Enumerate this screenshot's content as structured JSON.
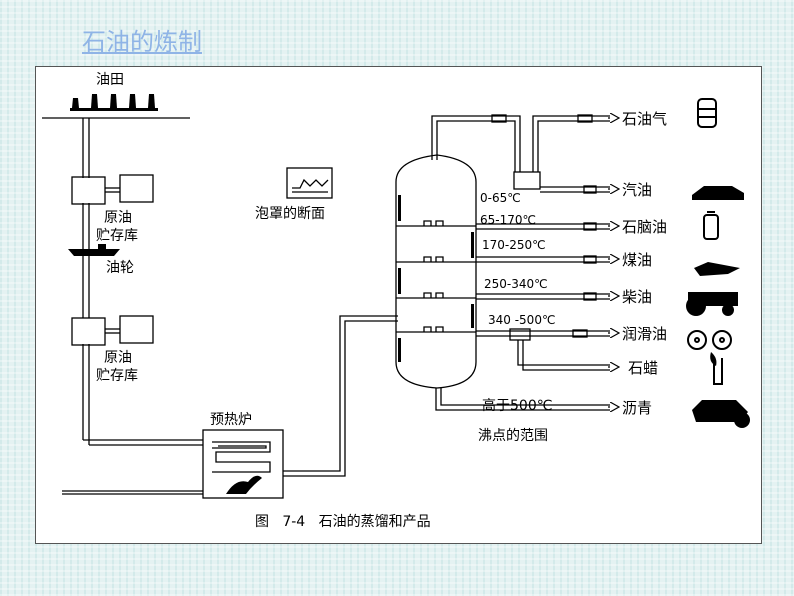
{
  "slide": {
    "title": "石油的炼制"
  },
  "diagram": {
    "oilfield": "油田",
    "storage1": [
      "原油",
      "贮存库"
    ],
    "tanker": "油轮",
    "storage2": [
      "原油",
      "贮存库"
    ],
    "furnace": "预热炉",
    "bubble_cap": "泡罩的断面",
    "temperatures": [
      "0-65℃",
      "65-170℃",
      "170-250℃",
      "250-340℃",
      "340 -500℃",
      "高于500℃"
    ],
    "boiling_range": "沸点的范围",
    "products": [
      "石油气",
      "汽油",
      "石脑油",
      "煤油",
      "柴油",
      "润滑油",
      "石蜡",
      "沥青"
    ],
    "caption": "图   7-4   石油的蒸馏和产品"
  }
}
